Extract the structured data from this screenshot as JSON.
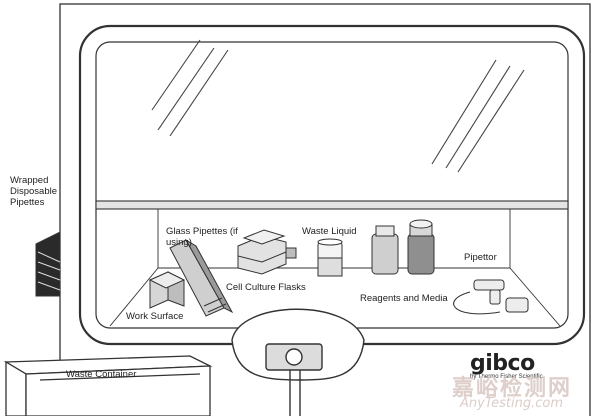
{
  "labels": {
    "wrapped_pipettes": "Wrapped Disposable Pipettes",
    "glass_pipettes": "Glass Pipettes (if using)",
    "waste_liquid": "Waste Liquid",
    "cell_culture_flasks": "Cell Culture Flasks",
    "reagents_media": "Reagents and Media",
    "pipettor": "Pipettor",
    "work_surface": "Work Surface",
    "waste_container": "Waste Container"
  },
  "brand": {
    "logo_text": "gibco",
    "tagline": "by Thermo Fisher Scientific"
  },
  "watermark": {
    "chinese": "嘉峪检测网",
    "english": "AnyTesting.com"
  }
}
